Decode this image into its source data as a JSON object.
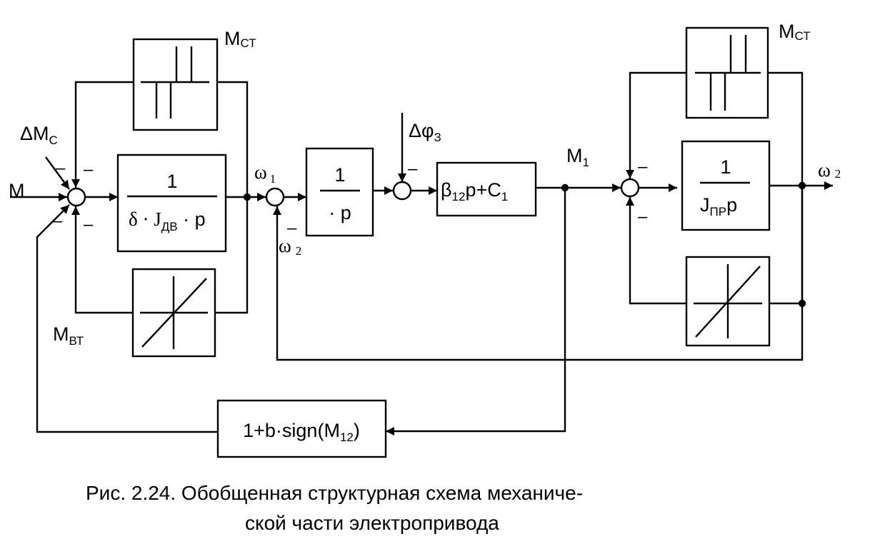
{
  "labels": {
    "m_st_left": {
      "main": "M",
      "sub": "СТ"
    },
    "m_st_right": {
      "main": "M",
      "sub": "СТ"
    },
    "delta_mc": {
      "main": "ΔM",
      "sub": "С"
    },
    "m_in": "M",
    "m_vt": {
      "main": "M",
      "sub": "ВТ"
    },
    "omega1": {
      "main": "ω",
      "sub": "1"
    },
    "omega2_mid": {
      "main": "ω",
      "sub": "2"
    },
    "omega2_out": {
      "main": "ω",
      "sub": "2"
    },
    "delta_phi": {
      "main": "Δφ",
      "sub": "З"
    },
    "m1": {
      "main": "M",
      "sub": "1"
    },
    "minus": "–"
  },
  "blocks": {
    "motor": {
      "numerator": "1",
      "den_a": "δ · J",
      "den_sub": "ДВ",
      "den_b": " · p"
    },
    "integrator": {
      "numerator": "1",
      "denominator": "· p"
    },
    "elastic": {
      "a": "β",
      "sub": "12",
      "b": "p+C",
      "sub2": "1"
    },
    "load": {
      "numerator": "1",
      "den_a": "J",
      "den_sub": "ПР",
      "den_b": "p"
    },
    "feedback": {
      "a": "1+b·sign(M",
      "sub": "12",
      "b": ")"
    }
  },
  "caption": {
    "line1": "Рис. 2.24.  Обобщенная структурная схема механиче-",
    "line2": "ской части электропривода"
  }
}
